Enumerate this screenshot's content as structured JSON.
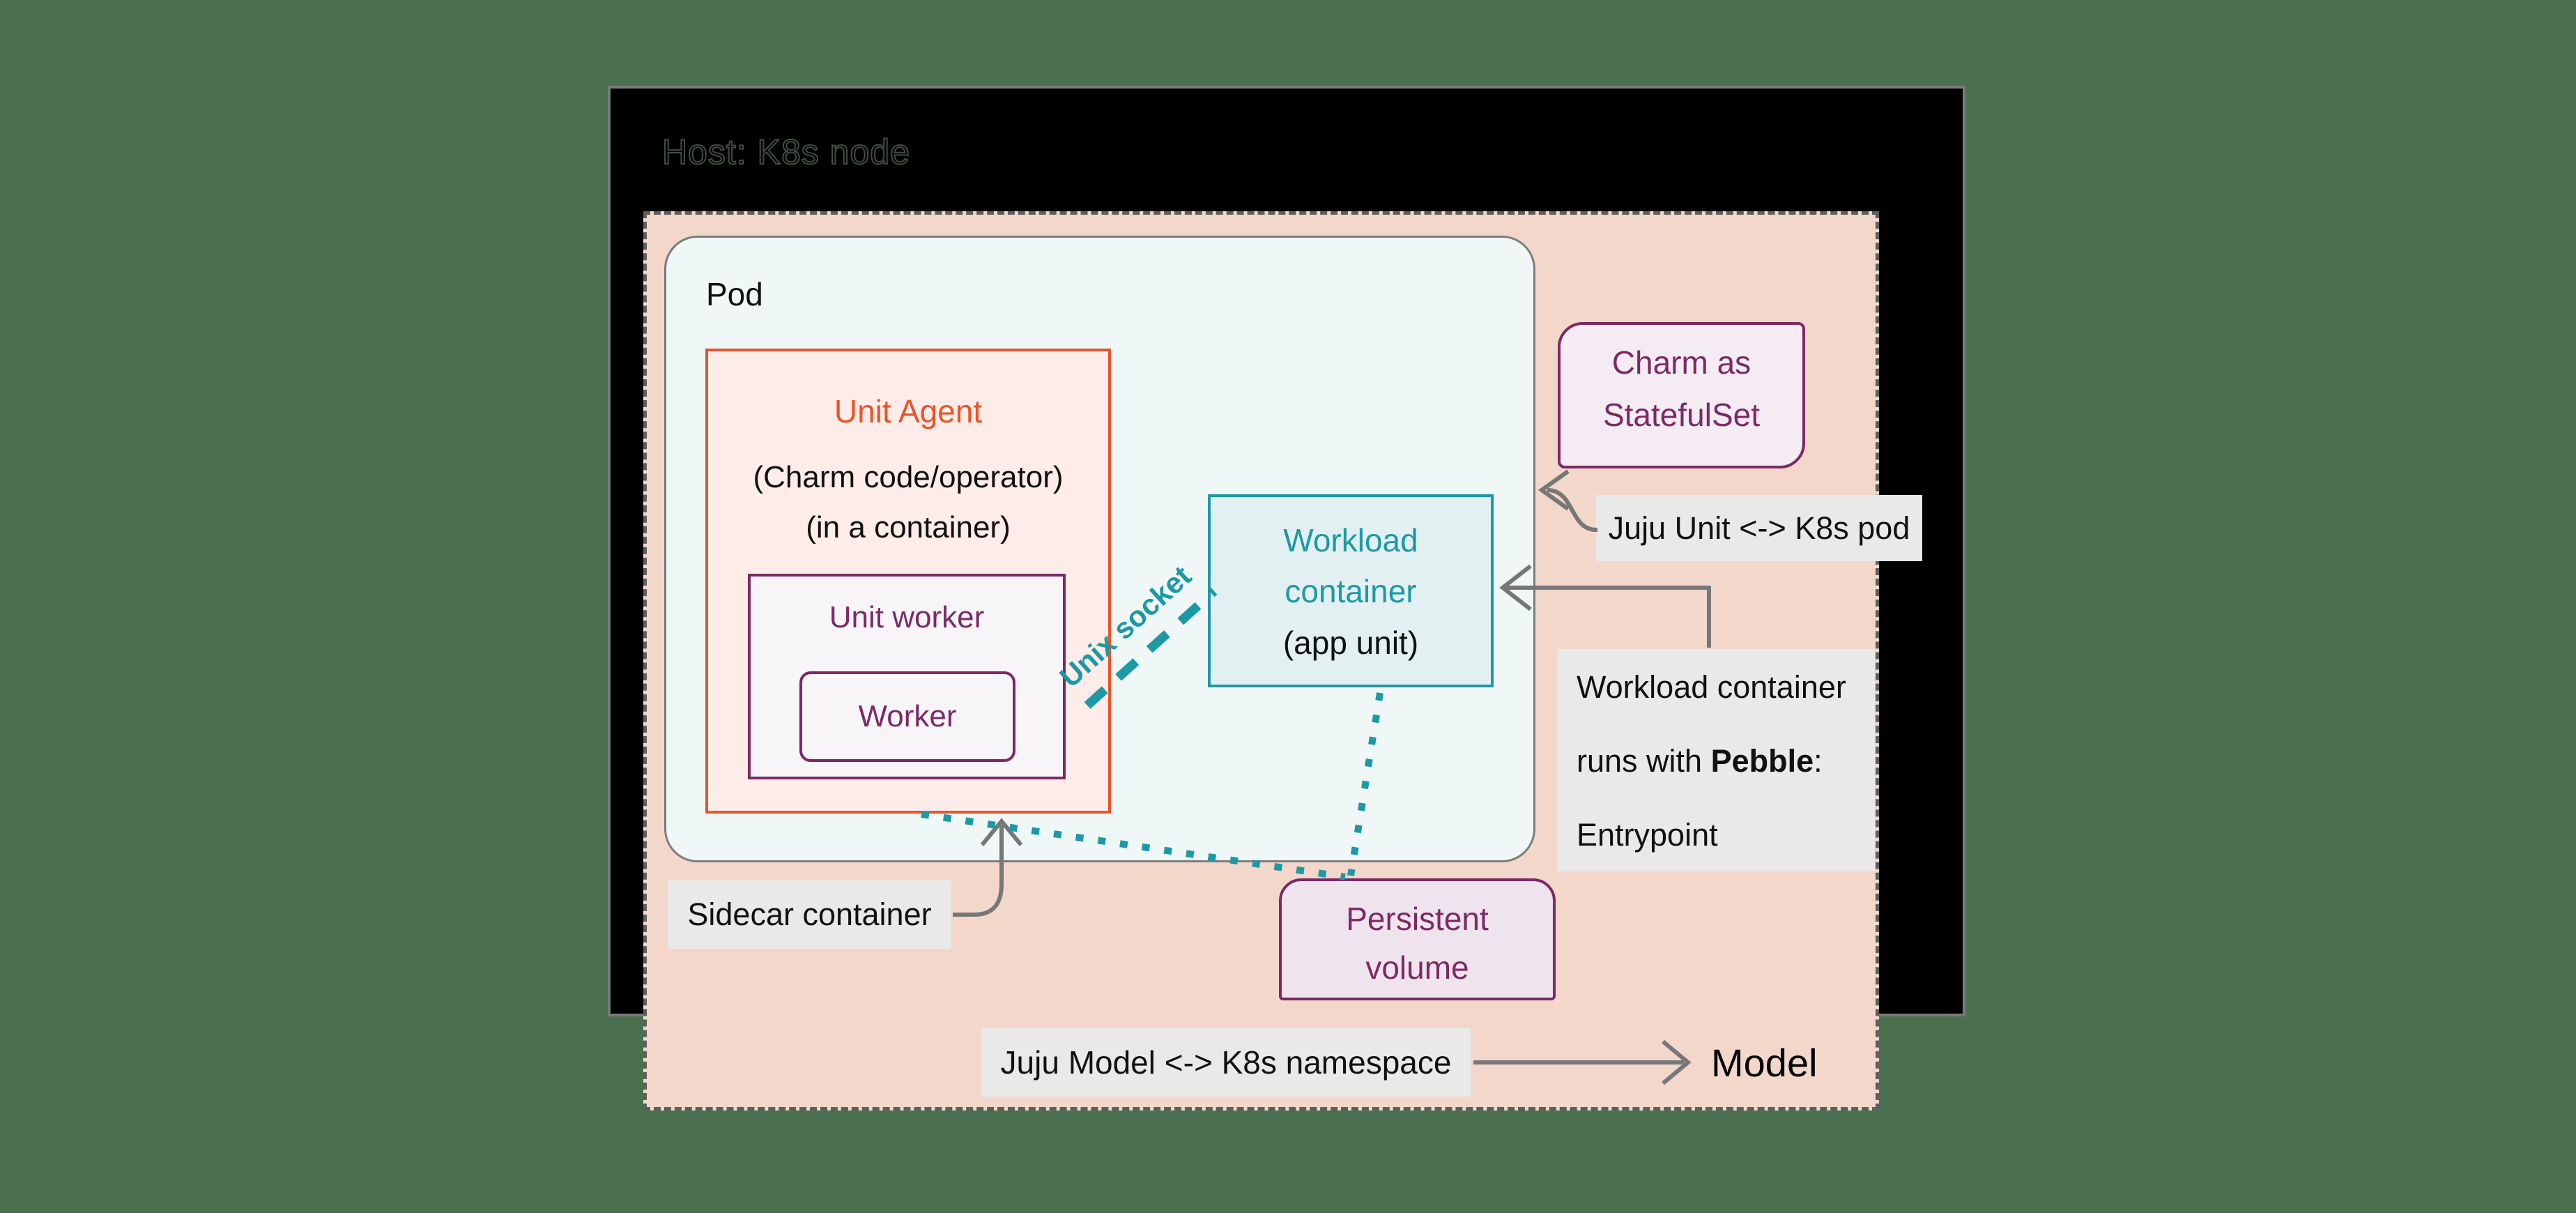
{
  "host": {
    "title": "Host: K8s node"
  },
  "pod": {
    "label": "Pod"
  },
  "unit_agent": {
    "title": "Unit Agent",
    "subtitle1": "(Charm code/operator)",
    "subtitle2": "(in a container)"
  },
  "unit_worker": {
    "title": "Unit worker"
  },
  "worker": {
    "title": "Worker"
  },
  "workload_container": {
    "line1": "Workload",
    "line2": "container",
    "line3": "(app unit)"
  },
  "charm_statefulset": {
    "line1": "Charm as",
    "line2": "StatefulSet"
  },
  "persistent_volume": {
    "line1": "Persistent",
    "line2": "volume"
  },
  "connections": {
    "unix_socket": "Unix socket"
  },
  "callouts": {
    "juju_unit": "Juju Unit <-> K8s pod",
    "pebble_line1": "Workload container",
    "pebble_line2_pre": "runs with ",
    "pebble_line2_bold": "Pebble",
    "pebble_line2_post": ":",
    "pebble_line3": "Entrypoint",
    "sidecar": "Sidecar container",
    "juju_model": "Juju Model <-> K8s namespace",
    "model": "Model"
  },
  "colors": {
    "background_green": "#4a7050",
    "host_black": "#000000",
    "host_border_gray": "#7a7a7a",
    "namespace_pink": "#f3d7cb",
    "namespace_dash_gray": "#5e5e5e",
    "pod_mint": "#eff8f6",
    "orange": "#e8552a",
    "orange_fill": "#fdece7",
    "purple": "#7b2a64",
    "purple_fill": "#f7f5f7",
    "charm_fill": "#f4ebf3",
    "persistent_fill": "#efe3ed",
    "teal": "#1d99a6",
    "teal_fill": "#e2f0f2",
    "callout_gray": "#e9e9e9",
    "arrow_gray": "#777777"
  }
}
